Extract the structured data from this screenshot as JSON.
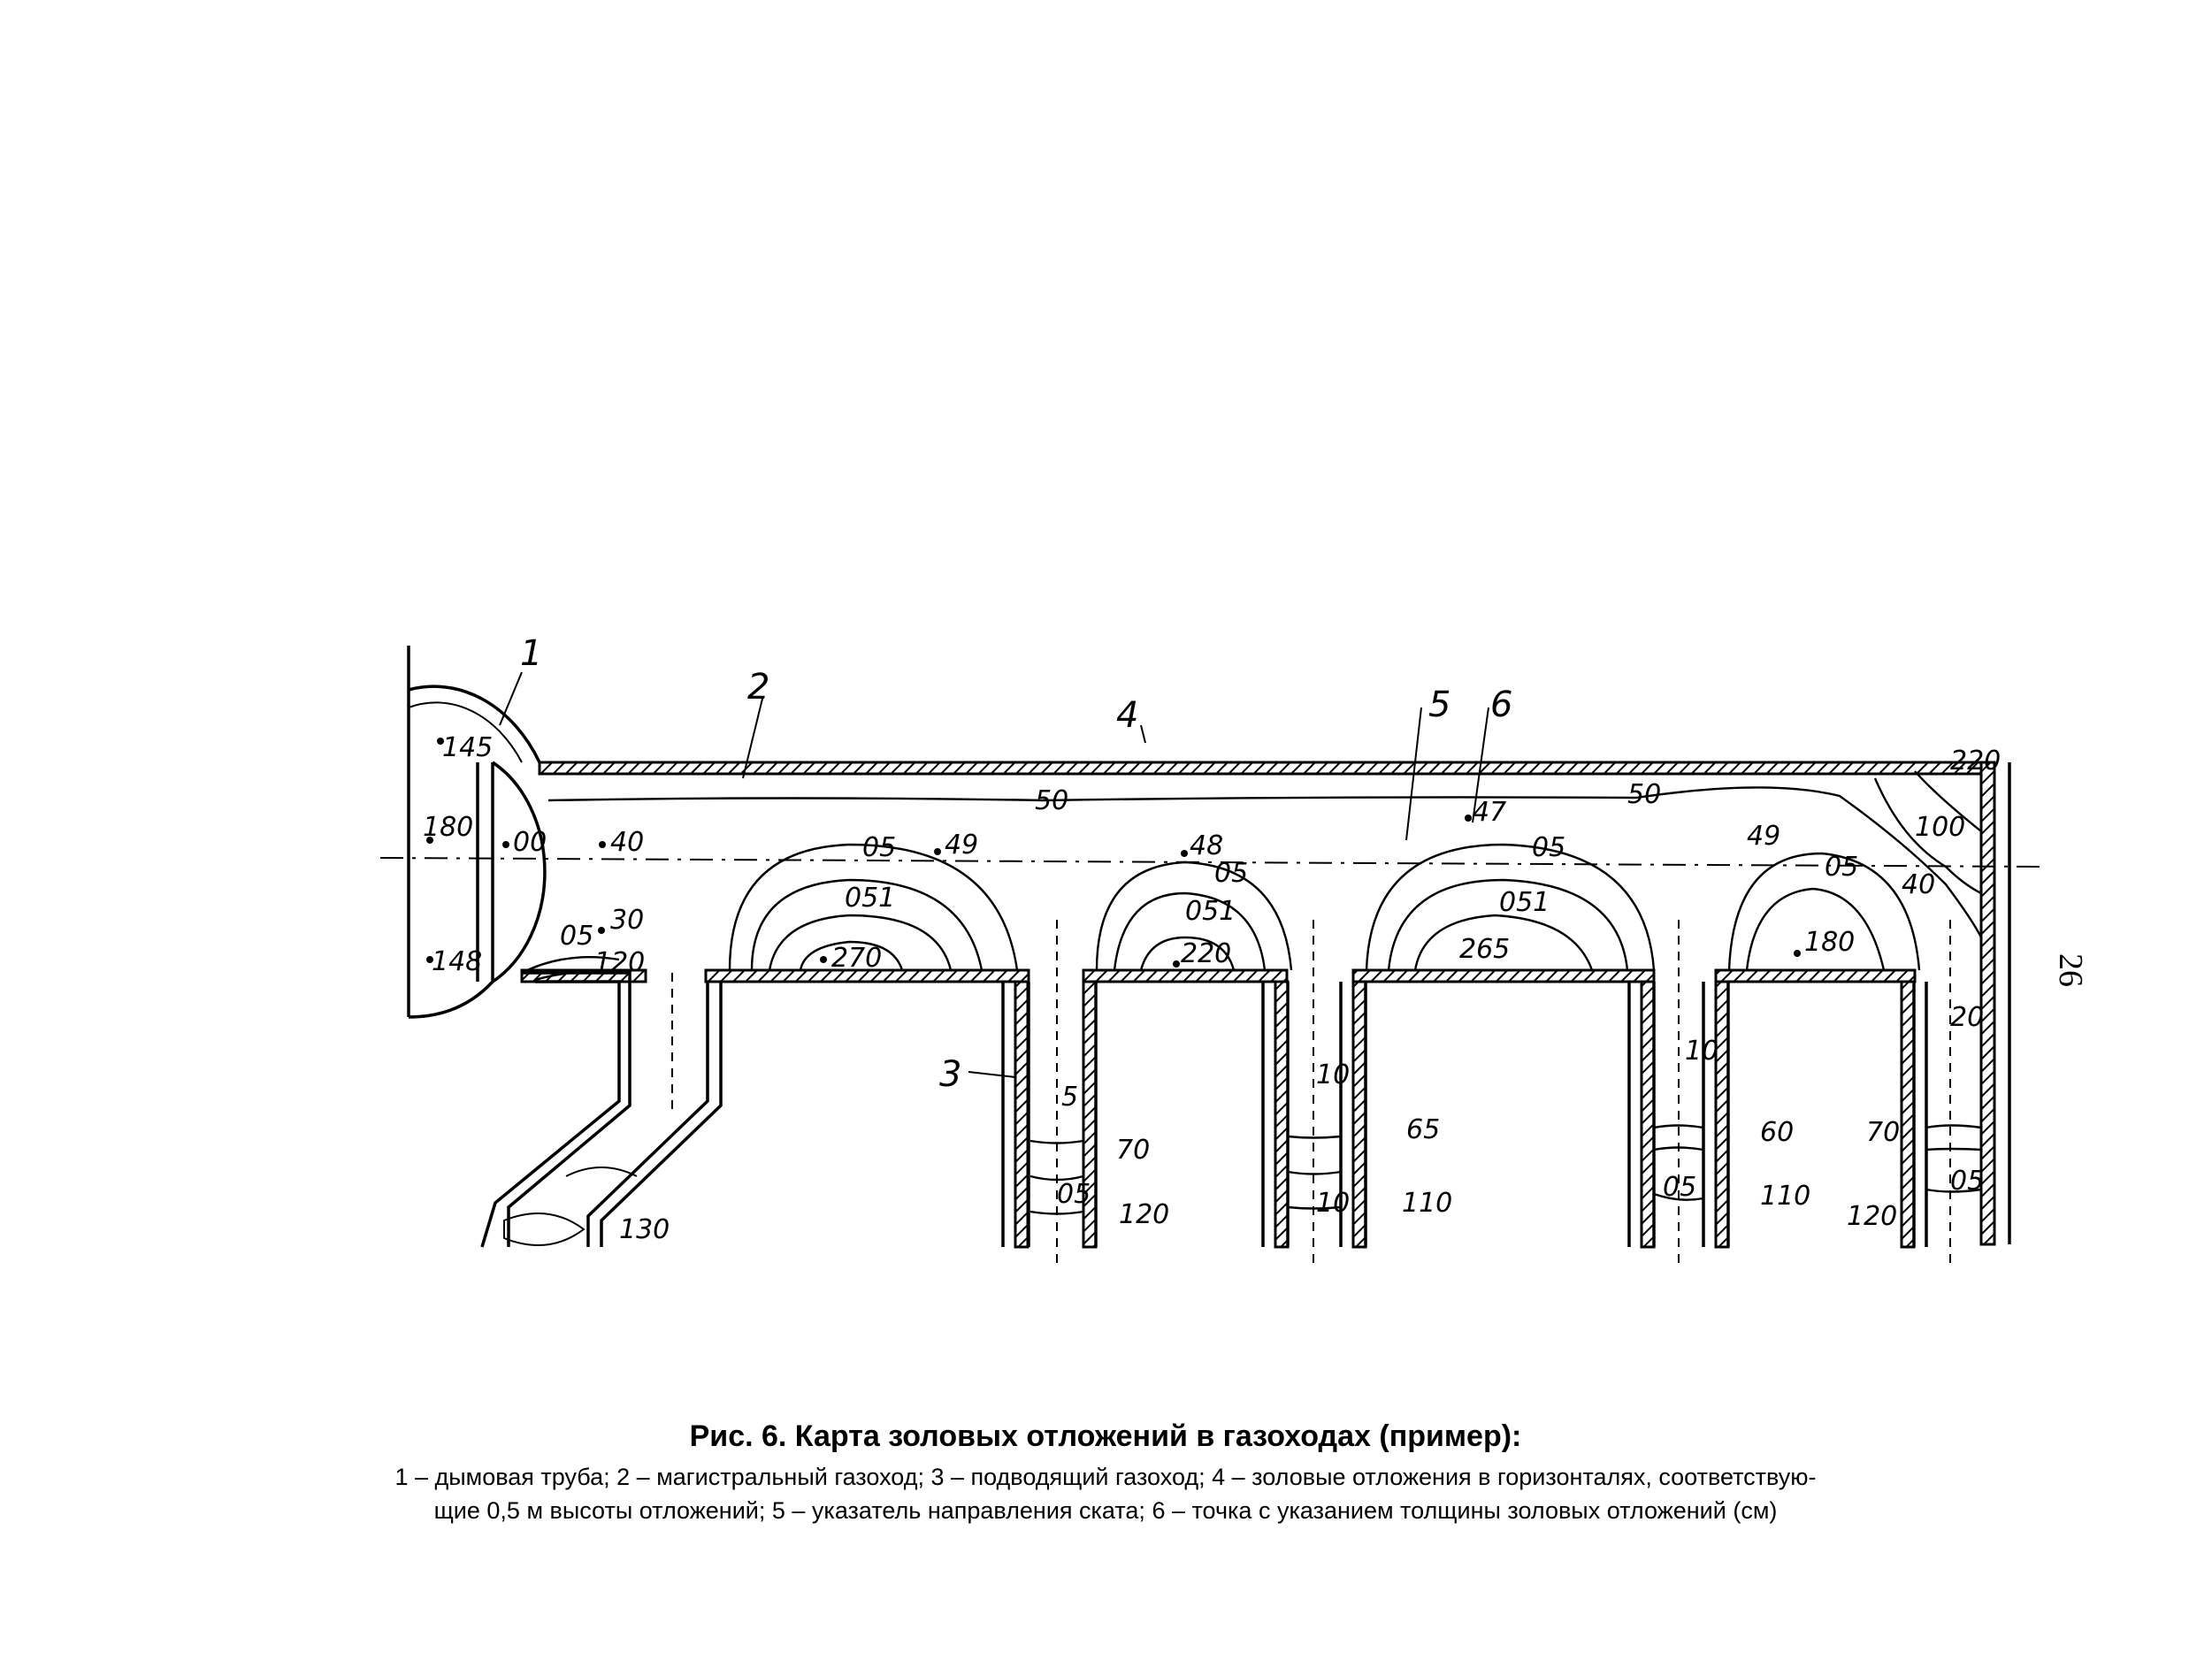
{
  "figure": {
    "title": "Рис. 6. Карта золовых отложений в газоходах (пример):",
    "legend_line1": "1 – дымовая труба; 2 – магистральный газоход; 3 – подводящий газоход; 4 – золовые отложения в горизонталях, соответствую-",
    "legend_line2": "щие  0,5 м высоты отложений; 5 – указатель направления ската; 6 – точка с указанием толщины золовых отложений (см)",
    "page_number": "26"
  },
  "callouts": {
    "c1": "1",
    "c2": "2",
    "c3": "3",
    "c4": "4",
    "c5": "5",
    "c6": "6"
  },
  "labels": {
    "chimney_145": "145",
    "chimney_180": "180",
    "chimney_148": "148",
    "chimney_00": "00",
    "main_40": "40",
    "main_50_left": "50",
    "main_50_right": "50",
    "corner_220": "220",
    "corner_100": "100",
    "corner_40": "40",
    "right_20": "20",
    "b1_05": "05",
    "b1_49": "49",
    "b1_051": "051",
    "b1_270": "270",
    "b2_48": "48",
    "b2_05": "05",
    "b2_051": "051",
    "b2_220": "220",
    "b3_47": "47",
    "b3_05": "05",
    "b3_051": "051",
    "b3_265": "265",
    "b4_49": "49",
    "b4_05": "05",
    "b4_180": "180",
    "inlet_05": "05",
    "inlet_30": "30",
    "inlet_120": "120",
    "inlet_130": "130",
    "d1_5": "5",
    "d1_70": "70",
    "d1_05": "05",
    "d1_120": "120",
    "d2_10": "10",
    "d2_65": "65",
    "d2_10b": "10",
    "d2_110": "110",
    "d3_10": "10",
    "d3_60": "60",
    "d3_05": "05",
    "d3_110": "110",
    "d4_70": "70",
    "d4_05": "05",
    "d4_120": "120"
  }
}
